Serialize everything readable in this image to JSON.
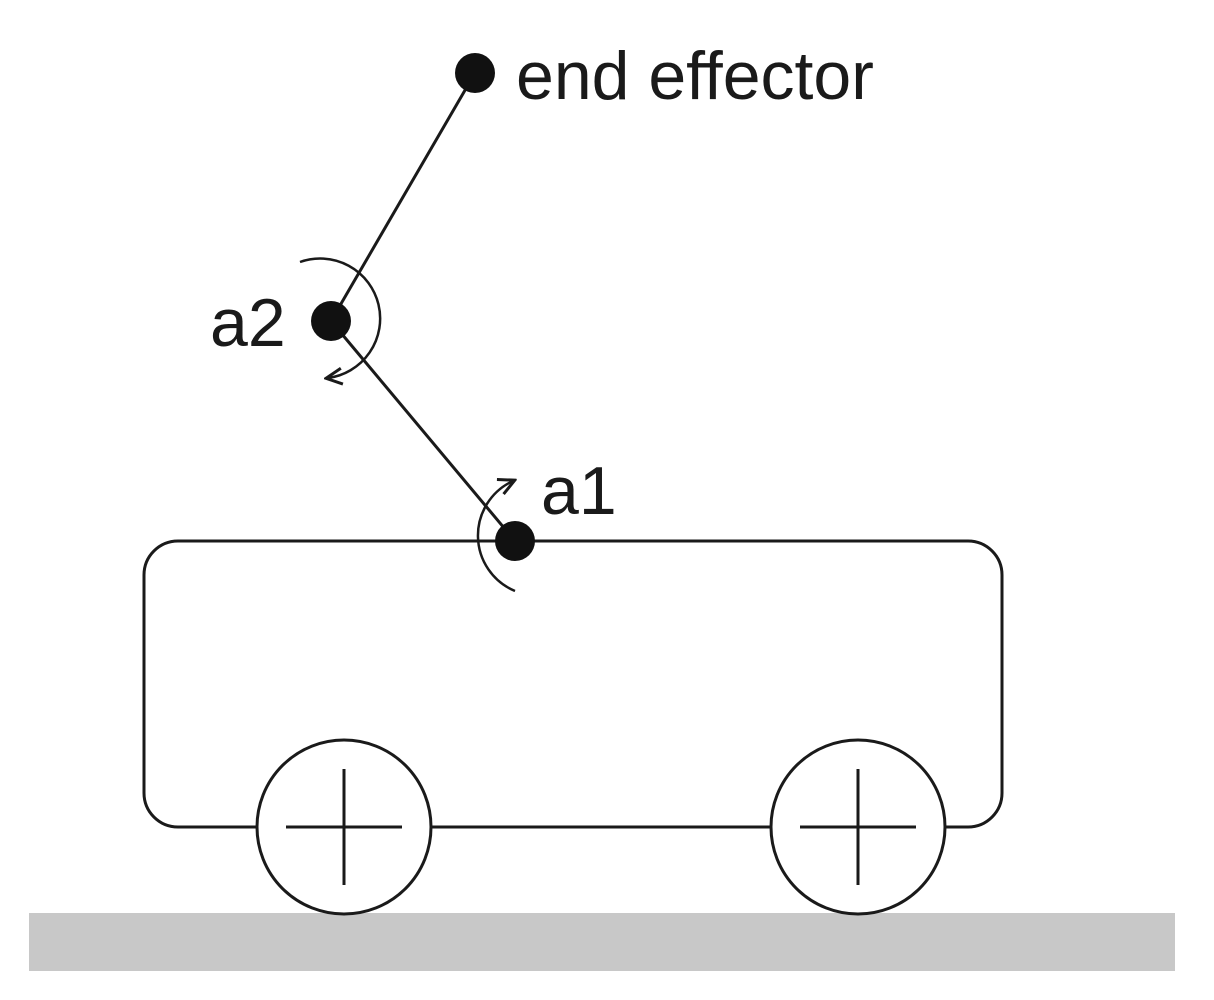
{
  "labels": {
    "end_effector": "end effector",
    "joint_2": "a2",
    "joint_1": "a1"
  },
  "colors": {
    "ink": "#1a1a1a",
    "ground": "#c8c8c8",
    "background": "#ffffff"
  }
}
